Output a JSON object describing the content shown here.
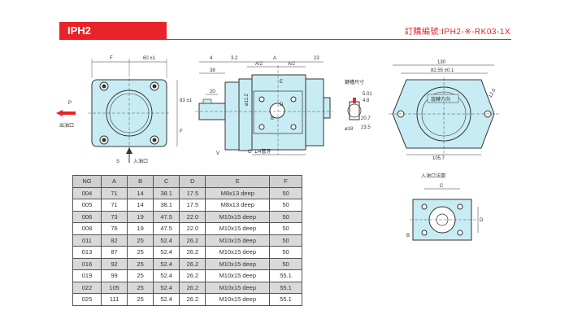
{
  "header": {
    "model": "IPH2",
    "order_code": "訂購編號:IPH2-※-RK03-1X"
  },
  "drawing": {
    "front": {
      "f_top": "F",
      "dim_top": "60 ±1",
      "dim_right": "83 ±1",
      "label_f_right": "F",
      "arrow_p": "P",
      "outlet": "出油口",
      "arrow_s": "S",
      "inlet": "入油口"
    },
    "side": {
      "dim_4": "4",
      "dim_32": "3.2",
      "dim_a": "A",
      "dim_23": "23",
      "dim_a2_left": "A/2",
      "dim_a2_right": "A/2",
      "dim_38": "38",
      "dim_20": "20",
      "label_e": "E",
      "label_d": "D",
      "label_b": "B",
      "phi": "ø11.2",
      "bottom_c": "C",
      "bottom_note": "1/4管牙",
      "label_v": "V"
    },
    "key": {
      "title": "鍵槽尺寸",
      "d1": "5.01",
      "d2": "4.8",
      "d3": "20.7",
      "d4": "23.5",
      "phi": "ø18"
    },
    "end": {
      "dim_top1": "130",
      "dim_top2": "82.55 ±0.1",
      "dim_bottom": "105.7",
      "rotation": "旋轉方向",
      "side_tag": "12.0"
    },
    "port": {
      "title": "入油口法蘭",
      "label_c": "C",
      "label_d": "D",
      "label_b": "B"
    }
  },
  "table": {
    "headers": [
      "NG",
      "A",
      "B",
      "C",
      "D",
      "E",
      "F"
    ],
    "rows": [
      [
        "004",
        "71",
        "14",
        "38.1",
        "17.5",
        "M8x13 deep",
        "50"
      ],
      [
        "005",
        "71",
        "14",
        "38.1",
        "17.5",
        "M8x13 deep",
        "50"
      ],
      [
        "006",
        "73",
        "19",
        "47.5",
        "22.0",
        "M10x15 deep",
        "50"
      ],
      [
        "008",
        "76",
        "19",
        "47.5",
        "22.0",
        "M10x15 deep",
        "50"
      ],
      [
        "011",
        "82",
        "25",
        "52.4",
        "26.2",
        "M10x15 deep",
        "50"
      ],
      [
        "013",
        "87",
        "25",
        "52.4",
        "26.2",
        "M10x15 deep",
        "50"
      ],
      [
        "016",
        "92",
        "25",
        "52.4",
        "26.2",
        "M10x15 deep",
        "50"
      ],
      [
        "019",
        "99",
        "25",
        "52.4",
        "26.2",
        "M10x15 deep",
        "55.1"
      ],
      [
        "022",
        "105",
        "25",
        "52.4",
        "26.2",
        "M10x15 deep",
        "55.1"
      ],
      [
        "025",
        "111",
        "25",
        "52.4",
        "26.2",
        "M10x15 deep",
        "55.1"
      ]
    ]
  }
}
